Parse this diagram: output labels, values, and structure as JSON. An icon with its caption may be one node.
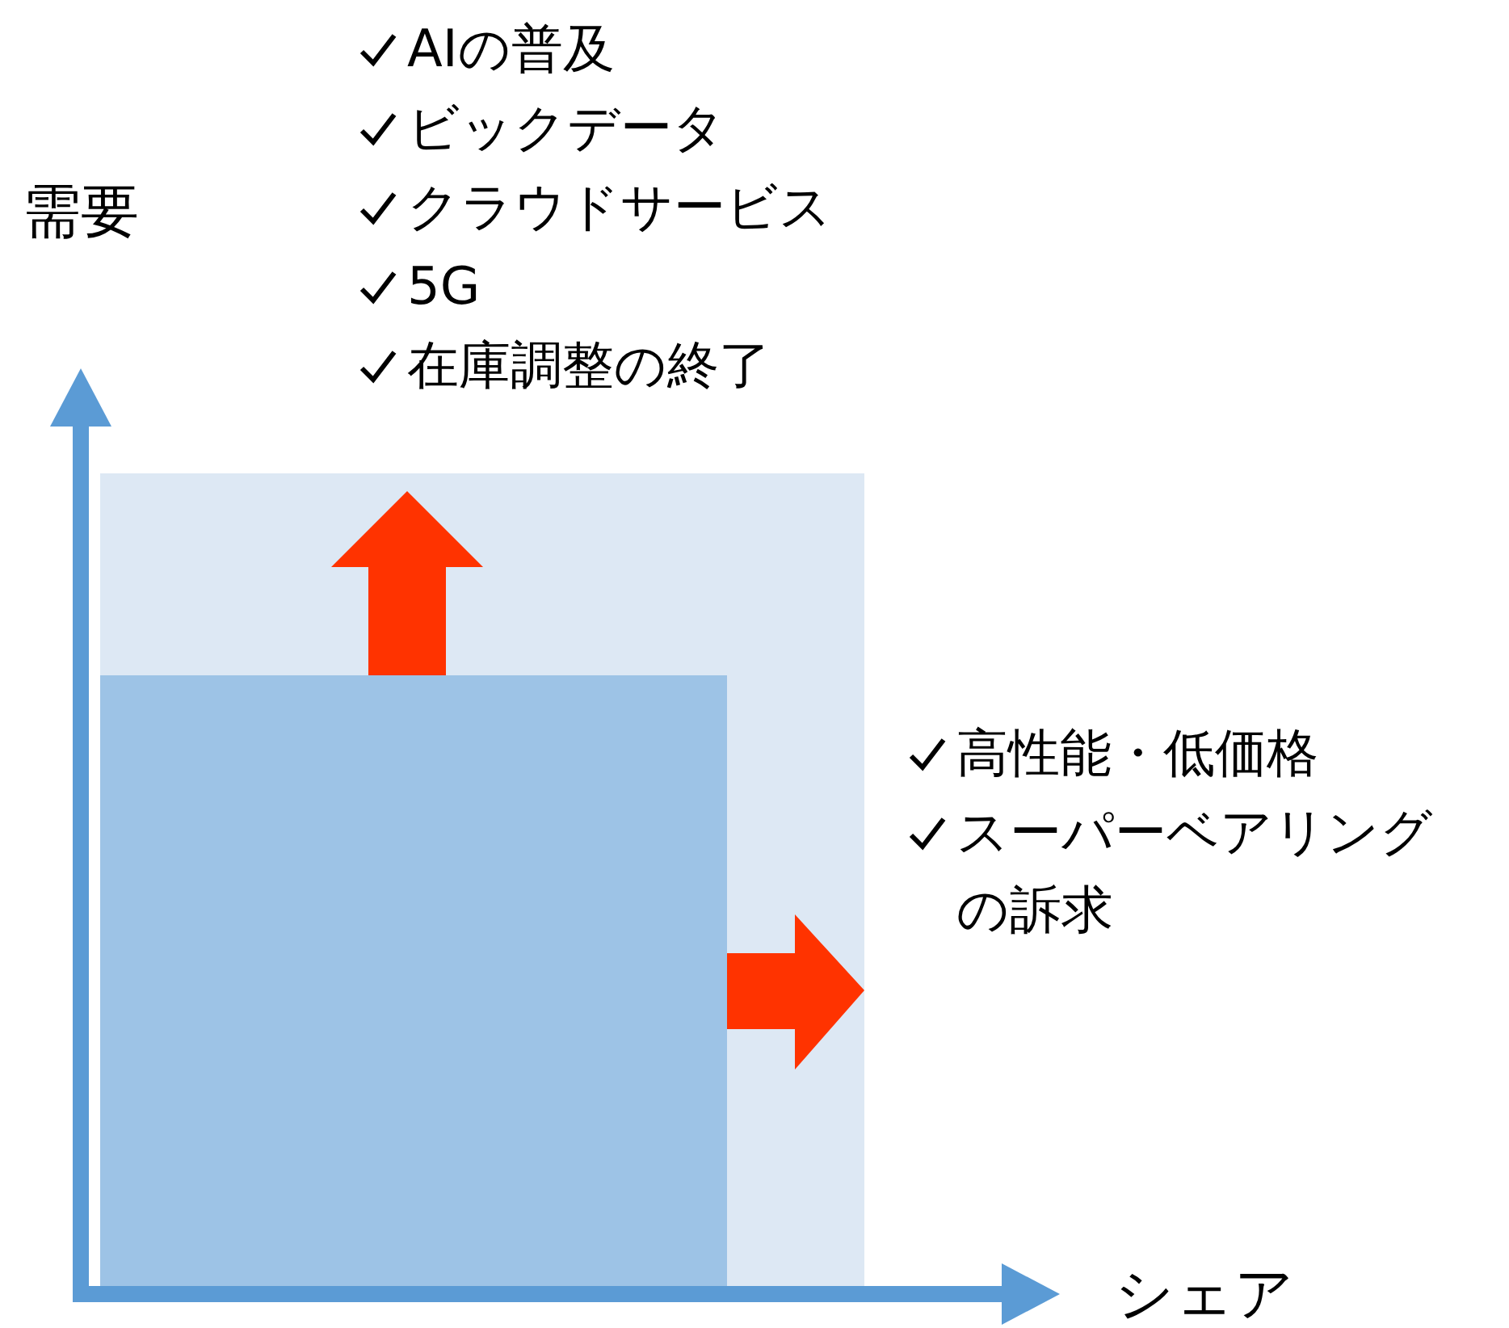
{
  "diagram": {
    "nodes": [
      {
        "text": [],
        "shape": "box"
      },
      {
        "text": [],
        "shape": "box",
        "in": 0
      }
    ],
    "labels": [
      "需要",
      "AIの普及",
      "ビックデータ",
      "クラウドサービス",
      "5G",
      "在庫調整の終了",
      "高性能・低価格",
      "スーパーベアリングの訴求",
      "シェア"
    ]
  }
}
